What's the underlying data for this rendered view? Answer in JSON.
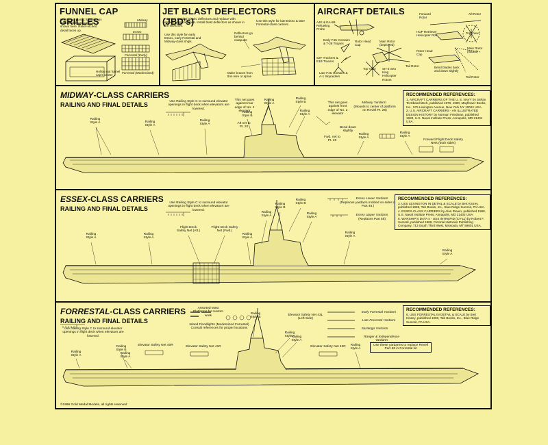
{
  "funnel": {
    "title": "FUNNEL CAP GRILLES",
    "instruction": "Hollow out plastic funnel caps and install brass caps as shown here. Relief-etched detail faces up.",
    "midway": "Midway",
    "essex": "Essex",
    "forrestal_early": "Forrestal (Early)",
    "forrestal_mod": "Forrestal (Modernized)",
    "hollow_note": "Hollow out funnel cap's center"
  },
  "jbd": {
    "title": "JET BLAST DEFLECTORS (JBD's)",
    "note1": "Remove molded plastic deflectors and replace with etched brass versions. Install blast deflectors as shown in the sketches.",
    "note2": "Use this style for late Essex & later Forrestal-class carriers.",
    "note3": "Use this style for early Essex, early Forrestal and Midway-class ships.",
    "deflectors": "Deflectors go behind catapults",
    "braces": "Make braces from thin wire or sprue"
  },
  "aircraft": {
    "title": "AIRCRAFT DETAILS",
    "a4e": "A4E & EA-6B Refueling Probe",
    "f4u": "Early F4U Corsairs & T-28 Trojans",
    "s2f": "S2F Trackers & E1B Tracers",
    "late_f4u": "Late F4U Corsairs & A-1 Skyraiders",
    "rotor_head": "Rotor Head Cap",
    "main_rotor_dep": "Main Rotor (deployed)",
    "top_view": "Top View",
    "sh3": "SH-3 Sea King Helicopter Rotors",
    "tail_rotor": "Tail Rotor",
    "forward_rotor": "Forward Rotor",
    "aft_rotor": "Aft Rotor",
    "hup": "HUP Retriever Helicopter Rotors",
    "top_view2": "Top View",
    "rotor_head2": "Rotor Head Cap",
    "main_rotor_fold": "Main Rotor (folded)",
    "bend": "Bend blades back and down slightly",
    "tail_rotor2": "Tail Rotor"
  },
  "midway": {
    "title_em": "MIDWAY",
    "title_rest": "-CLASS CARRIERS",
    "subtitle": "RAILING AND FINAL DETAILS",
    "styleC": "Use Railing Style C to surround elevator openings in flight deck when elevators are lowered.",
    "net_rear": "This net goes against rear edge of No. 2 elevator",
    "aft_net": "Aft net to Pt. 20",
    "net_front": "This net goes against front edge of No. 2 elevator",
    "bend_down": "Bend down slightly",
    "fwd_net": "Fwd. net to Pt. 20",
    "yardarm": "Midway Yardarm",
    "yardarm_note": "(Mounts to center of platform on Revell Pt. 26)",
    "fwd_flight": "Forward Flight Deck Safety Nets (both sides)",
    "railing_a": "Railing Style A",
    "railing_b": "Railing Style B",
    "refs_title": "RECOMMENDED REFERENCES:",
    "refs": [
      "1. AIRCRAFT CARRIERS OF THE U. S. NAVY by Stefan Terzibaschitsch, published 1978, 1980, Mayflower Books, Inc., 575 Lexington Avenue, New York NY 10022 USA.",
      "2. U.S. AIRCRAFT CARRIERS - AN ILLUSTRATED DESIGN HISTORY by Norman Friedman, published 1983, U.S. Naval Institute Press, Annapolis, MD 21404 USA."
    ]
  },
  "essex": {
    "title_em": "ESSEX",
    "title_rest": "-CLASS CARRIERS",
    "subtitle": "RAILING AND FINAL DETAILS",
    "styleC": "Use Railing Style C to surround elevator openings in flight deck when elevators are lowered.",
    "net_aft": "Flight Deck Safety Net (Aft.)",
    "net_fwd": "Flight Deck Safety Net (Fwd.)",
    "lower_yard": "Essex Lower Yardarm",
    "lower_yard_note": "(Replaces yardarm molded on sides of Part 46.)",
    "upper_yard": "Essex Upper Yardarm",
    "upper_yard_note": "(Replaces Part 55)",
    "railing_a": "Railing Style A",
    "railing_b": "Railing Style B",
    "refs_title": "RECOMMENDED REFERENCES:",
    "refs": [
      "3. USS LEXINGTON IN DETAIL & SCALE by Bert Kinzey, published 1988, Tab Books, Inc., Blue Ridge Summit, PA USA.",
      "4. ESSEX-CLASS CARRIERS by Alan Raven, published 1988, U.S. Naval Institute Press, Annapolis, MD 21402 USA.",
      "5. WARSHIP'S DATA 4 - USS INTREPID (CV-11) by Robert F. Sumrall, published 1989, Pictorial Histories Publishing Company, 713 South Third West, Missoula, MT 59801 USA."
    ]
  },
  "forrestal": {
    "title_em": "FORRESTAL",
    "title_rest": "-CLASS CARRIERS",
    "subtitle": "RAILING AND FINAL DETAILS",
    "styleC": "Use Railing Style C to surround elevator openings in flight deck when elevators are lowered.",
    "mast": "Assorted Mast Platforms for custom work",
    "floodlights": "Island Floodlights (Modernized Forrestal) Consult references for proper locations",
    "net43l": "Elevator Safety Net 43L (Left Side)",
    "net40r": "Elevator Safety Net 40R",
    "net41r": "Elevator Safety Net 41R",
    "net42r": "Elevator Safety Net 42R",
    "early_yard": "Early Forrestal Yardarm",
    "late_yard": "Late Forrestal Yardarm",
    "saratoga": "Saratoga Yardarm",
    "ranger": "Ranger & Independence Yardarm",
    "use_these": "Use these yardarms to replace Revell Part 68 in Forrestal kit",
    "railing_a": "Railing Style A",
    "railing_b": "Railing Style B",
    "refs_title": "RECOMMENDED REFERENCES:",
    "refs": [
      "6. USS FORRESTAL IN DETAIL & SCALE by Bert Kinzey, published 1990, Tab Books, Inc., Blue Ridge Summit, PA USA."
    ]
  },
  "copyright": "©1996 Gold Medal Models, all rights reserved"
}
